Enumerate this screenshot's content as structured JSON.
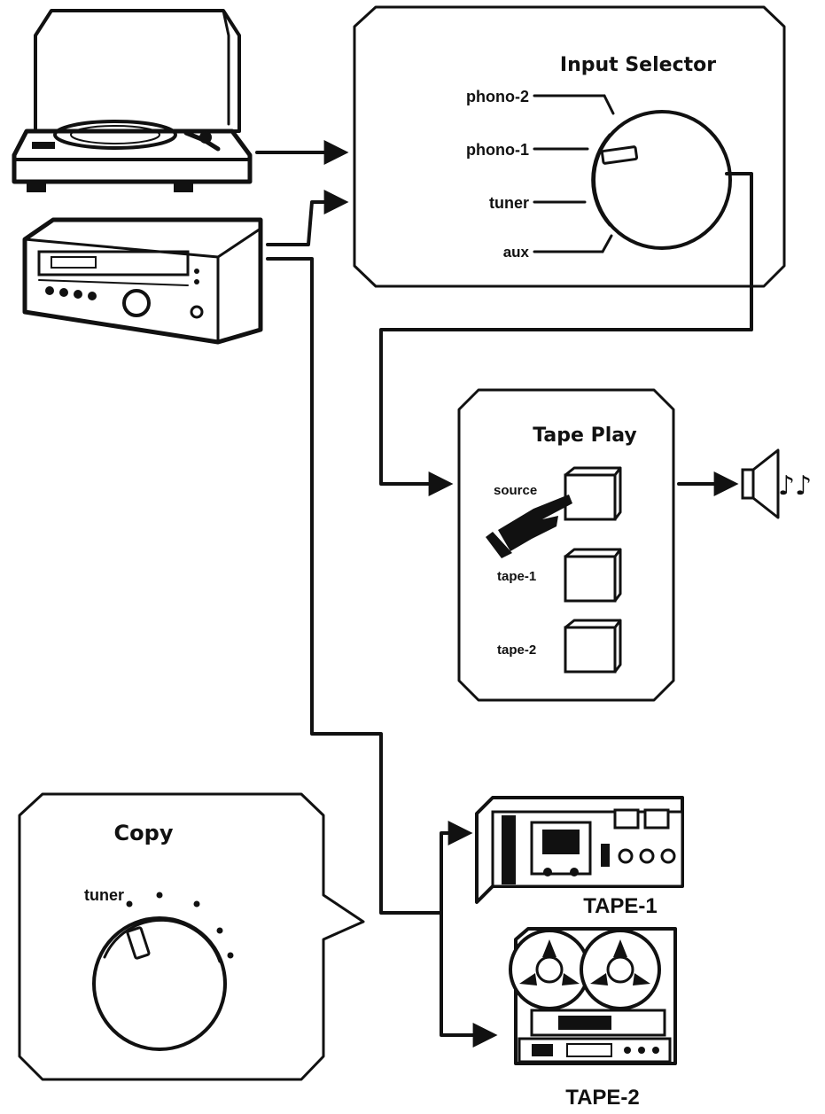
{
  "input_selector": {
    "title": "Input Selector",
    "positions": [
      "phono-2",
      "phono-1",
      "tuner",
      "aux"
    ]
  },
  "tape_play": {
    "title": "Tape Play",
    "buttons": [
      "source",
      "tape-1",
      "tape-2"
    ],
    "pressed": "source"
  },
  "copy": {
    "title": "Copy",
    "selected": "tuner"
  },
  "decks": {
    "tape1_label": "TAPE-1",
    "tape2_label": "TAPE-2"
  },
  "output": {
    "notes": "♪♪"
  },
  "colors": {
    "ink": "#111111",
    "paper": "#ffffff"
  },
  "icons": [
    "turntable-icon",
    "tuner-icon",
    "cassette-deck-icon",
    "reel-to-reel-deck-icon",
    "speaker-icon",
    "pointing-hand-icon"
  ]
}
